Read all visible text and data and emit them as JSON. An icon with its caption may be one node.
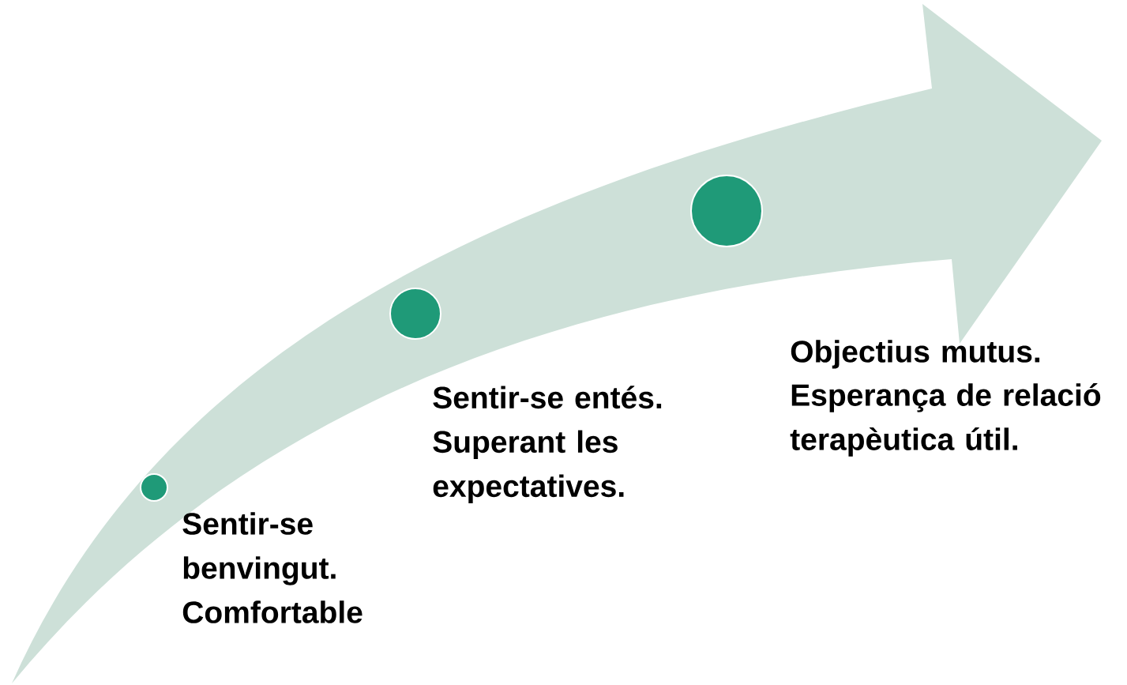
{
  "diagram": {
    "nodes": [
      {
        "text": [],
        "shape": "circle",
        "beside": [
          "Sentir-se benvingut. Comfortable"
        ]
      },
      {
        "text": [],
        "shape": "circle",
        "beside": [
          "Sentir-se entés. Superant les expectatives."
        ]
      },
      {
        "text": [],
        "shape": "circle",
        "beside": [
          "Objectius mutus.",
          "Esperança de relació terapèutica útil."
        ]
      }
    ]
  }
}
